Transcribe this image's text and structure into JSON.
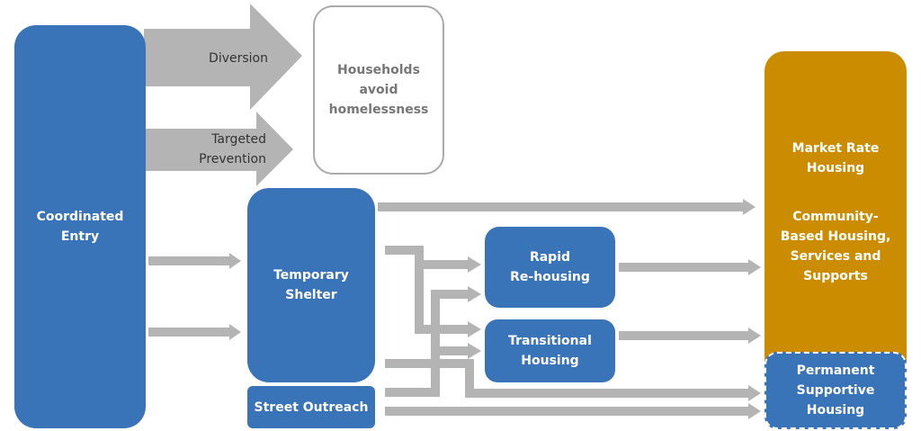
{
  "diagram": {
    "nodes": {
      "coordinated_entry": "Coordinated\nEntry",
      "households_avoid": "Households\navoid\nhomelessness",
      "temporary_shelter": "Temporary\nShelter",
      "street_outreach": "Street Outreach",
      "rapid_rehousing": "Rapid\nRe-housing",
      "transitional_housing": "Transitional\nHousing",
      "market_rate": "Market Rate\nHousing",
      "community_based": "Community-\nBased Housing,\nServices and\nSupports",
      "permanent_supportive": "Permanent\nSupportive\nHousing"
    },
    "arrow_labels": {
      "diversion": "Diversion",
      "targeted_prevention": "Targeted\nPrevention"
    },
    "colors": {
      "program_blue": "#3a74b8",
      "housing_gold": "#cc8c00",
      "arrow_gray": "#b4b4b4"
    }
  }
}
